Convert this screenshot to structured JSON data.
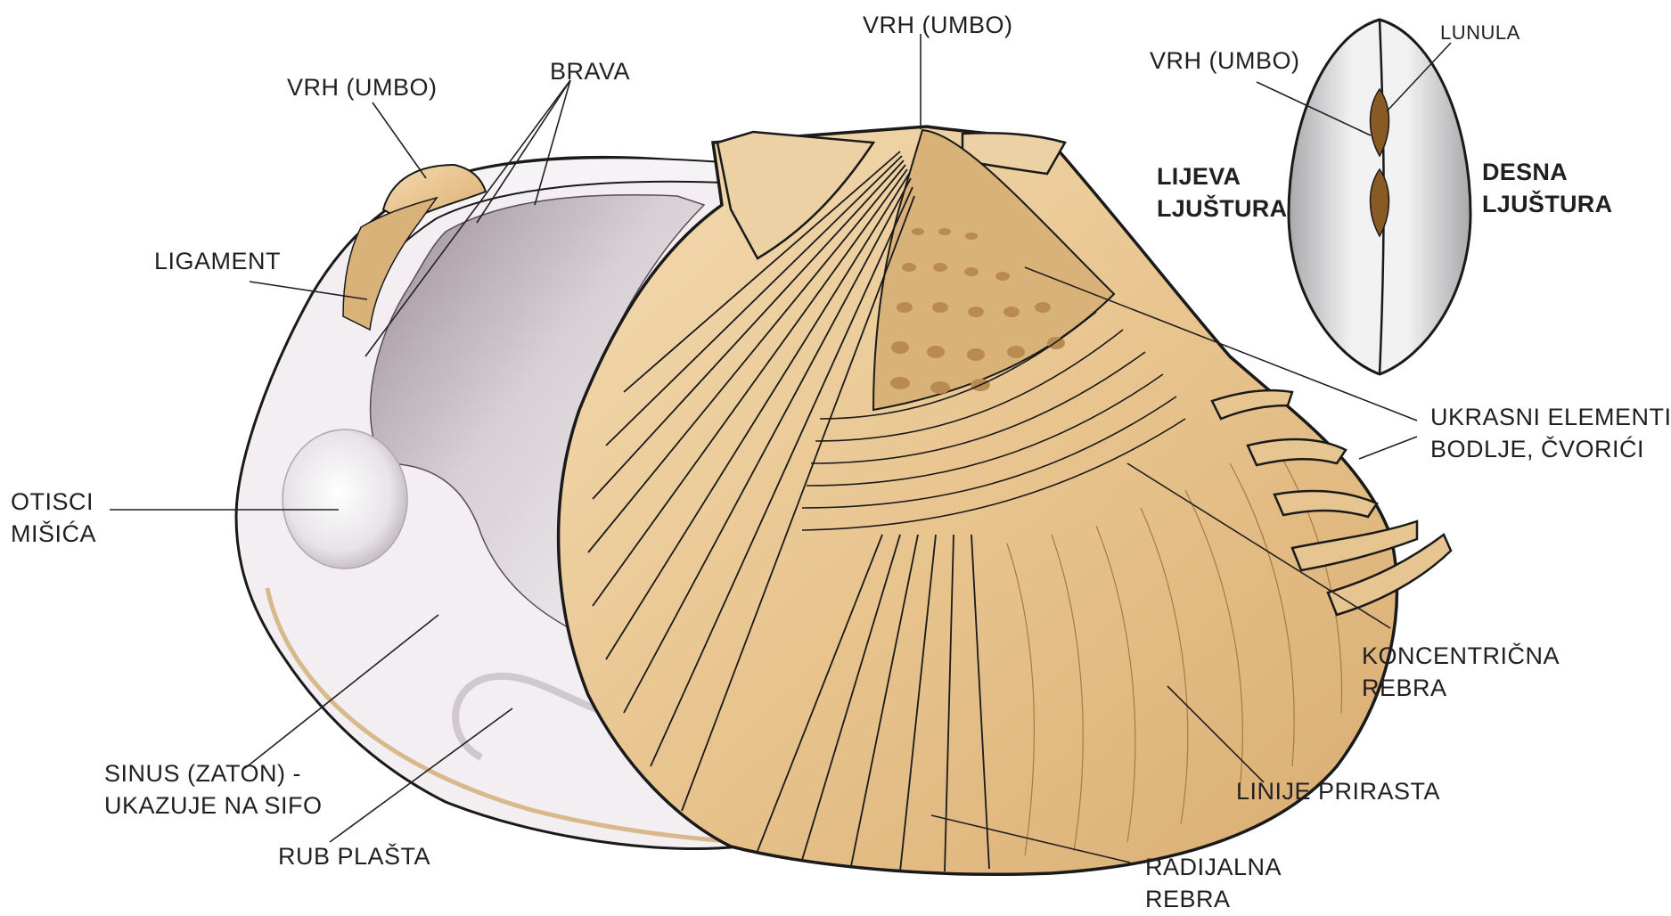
{
  "labels": {
    "umbo_top": "VRH (UMBO)",
    "umbo_left": "VRH (UMBO)",
    "brava": "BRAVA",
    "ligament": "LIGAMENT",
    "otisci_1": "OTISCI",
    "otisci_2": "MIŠIĆA",
    "sinus_1": "SINUS (ZATON) -",
    "sinus_2": "UKAZUJE NA SIFO",
    "rub_plasta": "RUB PLAŠTA",
    "ukrasni_1": "UKRASNI ELEMENTI,",
    "ukrasni_2": "BODLJE, ČVORIĆI",
    "koncentricna_1": "KONCENTRIČNA",
    "koncentricna_2": "REBRA",
    "linije_prirasta": "LINIJE PRIRASTA",
    "radijalna_1": "RADIJALNA",
    "radijalna_2": "REBRA"
  },
  "inset": {
    "umbo": "VRH (UMBO)",
    "lunula": "LUNULA",
    "lijeva_1": "LIJEVA",
    "lijeva_2": "LJUŠTURA",
    "desna_1": "DESNA",
    "desna_2": "LJUŠTURA"
  },
  "colors": {
    "shell_tan": "#e8c48e",
    "shell_light": "#f3dcb3",
    "shell_dark": "#b98a52",
    "nacre": "#ece9ee",
    "nacre_shadow": "#a89aa4",
    "outline": "#1a1a1a",
    "inset_grey": "#c9c9cb"
  }
}
